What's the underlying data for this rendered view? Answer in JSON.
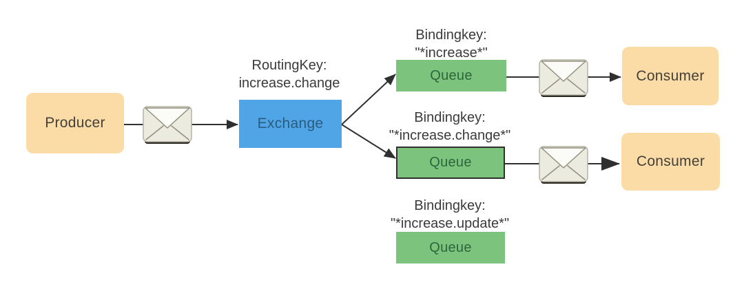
{
  "diagram": {
    "nodes": {
      "producer": {
        "label": "Producer"
      },
      "exchange": {
        "label": "Exchange"
      },
      "queue1": {
        "label": "Queue"
      },
      "queue2": {
        "label": "Queue"
      },
      "queue3": {
        "label": "Queue"
      },
      "consumer1": {
        "label": "Consumer"
      },
      "consumer2": {
        "label": "Consumer"
      }
    },
    "labels": {
      "routing_key": {
        "line1": "RoutingKey:",
        "line2": "increase.change"
      },
      "binding_key_1": {
        "line1": "Bindingkey:",
        "line2": "\"*increase*\""
      },
      "binding_key_2": {
        "line1": "Bindingkey:",
        "line2": "\"*increase.change*\""
      },
      "binding_key_3": {
        "line1": "Bindingkey:",
        "line2": "\"*increase.update*\""
      }
    },
    "colors": {
      "background": "#ffffff",
      "peach": "#fbdca6",
      "blue": "#4fa5e5",
      "green": "#7cc47e",
      "node_text": "#43403a",
      "exchange_text": "#2a5c80",
      "queue_text": "#2e653b",
      "label_text": "#3a3a3a",
      "line": "#2f2f2f",
      "envelope_body": "#ecebdf",
      "envelope_flap": "#fbfbf7",
      "envelope_shadow": "#26261f"
    }
  }
}
